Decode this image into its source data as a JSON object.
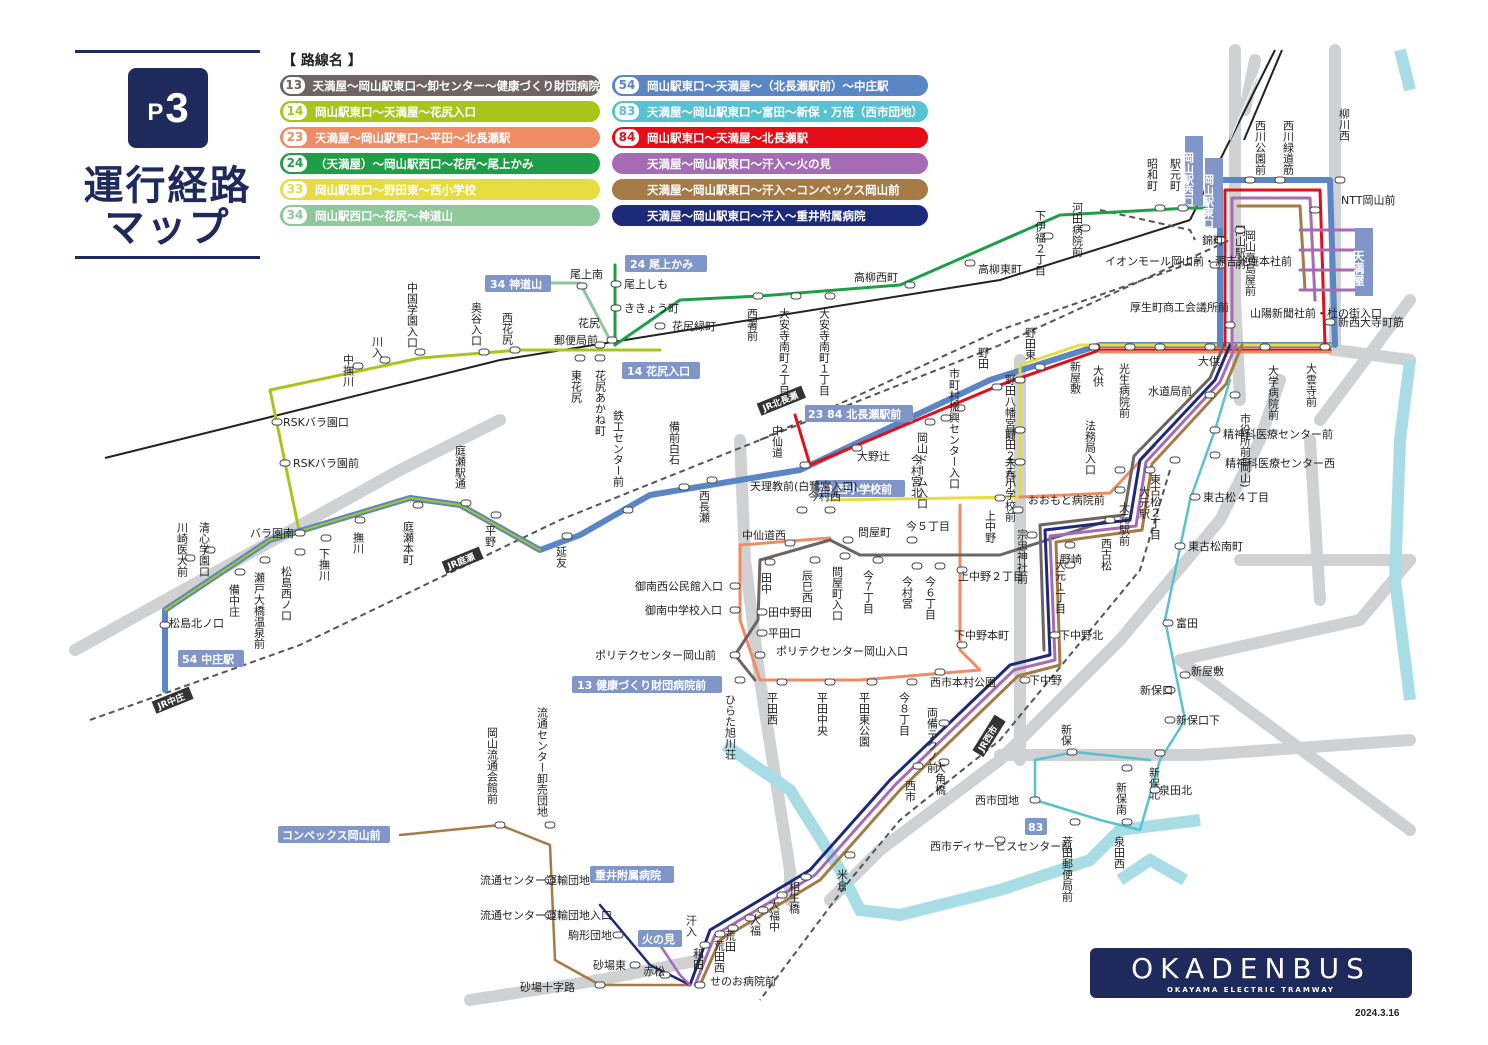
{
  "header": {
    "badge_prefix": "P",
    "badge_num": "3",
    "title_line1": "運行経路",
    "title_line2": "マップ"
  },
  "legend": {
    "heading": "【 路線名 】",
    "routes": [
      {
        "num": "13",
        "name": "天満屋〜岡山駅東口〜卸センター〜健康づくり財団病院",
        "color": "#6e6463"
      },
      {
        "num": "14",
        "name": "岡山駅東口〜天満屋〜花尻入口",
        "color": "#a6c61c"
      },
      {
        "num": "23",
        "name": "天満屋〜岡山駅東口〜平田〜北長瀬駅",
        "color": "#ef8c64"
      },
      {
        "num": "24",
        "name": "（天満屋）〜岡山駅西口〜花尻〜尾上かみ",
        "color": "#1f9e48"
      },
      {
        "num": "33",
        "name": "岡山駅東口〜野田東〜西小学校",
        "color": "#e7dc41"
      },
      {
        "num": "34",
        "name": "岡山駅西口〜花尻〜神道山",
        "color": "#8dc99a"
      },
      {
        "num": "54",
        "name": "岡山駅東口〜天満屋〜（北長瀬駅前）〜中庄駅",
        "color": "#5b86c6"
      },
      {
        "num": "83",
        "name": "天満屋〜岡山駅東口〜富田〜新保・万倍（西市団地）",
        "color": "#57c2d2"
      },
      {
        "num": "84",
        "name": "岡山駅東口〜天満屋〜北長瀬駅",
        "color": "#e60d17"
      },
      {
        "num": "",
        "name": "天満屋〜岡山駅東口〜汗入〜火の見",
        "color": "#a66bb5"
      },
      {
        "num": "",
        "name": "天満屋〜岡山駅東口〜汗入〜コンベックス岡山前",
        "color": "#a67a45"
      },
      {
        "num": "",
        "name": "天満屋〜岡山駅東口〜汗入〜重井附属病院",
        "color": "#1d2a7a"
      }
    ]
  },
  "terminals": {
    "t13": "13 健康づくり財団病院前",
    "t14": "14 花尻入口",
    "t23_84": "23 84 北長瀬駅前",
    "t24": "24 尾上かみ",
    "t33": "33 西小学校前",
    "t34": "34 神道山",
    "t54": "54 中庄駅",
    "t83": "83",
    "convex": "コンベックス岡山前",
    "shigei": "重井附属病院",
    "hinomi": "火の見",
    "nishiguchi": "岡山駅西口",
    "higashiguchi": "岡山駅東口",
    "tenmaya": "天満屋"
  },
  "rail_labels": {
    "kitanagase": "JR北長瀬",
    "niwase": "JR庭瀬",
    "nakasho": "JR中庄",
    "saidai": "JR西市"
  },
  "stops": [
    "尾上南",
    "尾上しも",
    "ききょう町",
    "花尻緑町",
    "郵便局前",
    "花尻",
    "東花尻",
    "花尻あかね町",
    "中撫川",
    "川入",
    "中国学園入口",
    "奥谷入口",
    "西花尻",
    "RSKバラ園口",
    "RSKバラ園前",
    "バラ園南",
    "下撫川",
    "撫川",
    "庭瀬本町",
    "庭瀬駅通",
    "平野",
    "延友",
    "鉄工センター前",
    "備前白石",
    "西長瀬",
    "中仙道",
    "大野辻",
    "岡山ドーム入口",
    "今村宮北",
    "市町村振興センター入口",
    "野田",
    "野田東",
    "新屋敷",
    "大供",
    "光生病院前",
    "厚生町商工会議所前",
    "大供",
    "水道局前",
    "市役所前(岡山)",
    "大学病院前",
    "大雲寺前",
    "西署前",
    "大安寺南町２丁目",
    "大安寺南町１丁目",
    "高柳西町",
    "高柳東町",
    "下伊福２丁目",
    "河田病院前",
    "昭和町",
    "駅元町",
    "錦町",
    "岡山駅前",
    "西川公園前",
    "西川緑道筋",
    "柳川西",
    "NTT岡山前",
    "岡山高島屋前",
    "イオンモール岡山前・源吉兆庵本社前",
    "山陽新聞社前・杜の街入口",
    "新西大寺町筋",
    "精神科医療センター前",
    "精神科医療センター西",
    "東古松２丁目",
    "東古松４丁目",
    "東古松南町",
    "富田",
    "新屋敷",
    "新保口",
    "新保口下",
    "新保北",
    "泉田北",
    "新保",
    "新保南",
    "泉田西",
    "芳田郵便局前",
    "西市団地",
    "西市ディサービスセンター前",
    "野田八幡宮前",
    "野田２丁目",
    "大元小学校前",
    "法務局入口",
    "大元駅",
    "上中野",
    "おおもと病院前",
    "大元駅前",
    "西古松",
    "大元１丁目",
    "宗忠神社前",
    "野崎",
    "下中野北",
    "下中野",
    "上中野２丁目",
    "下中野本町",
    "西市本村公園",
    "今８丁目",
    "両備テクノ前",
    "大角橋",
    "西市",
    "米倉",
    "相生橋",
    "大福中",
    "大福",
    "荒田",
    "荒田西",
    "和田",
    "汗入",
    "せのお病院前",
    "赤松",
    "砂場東",
    "駒形団地",
    "砂場十字路",
    "流通センター運輸団地入口",
    "流通センター運輸団地",
    "岡山流通会館前",
    "流通センター卸売団地",
    "天理教前(白鷺宮入口)",
    "今村西",
    "問屋町",
    "今５丁目",
    "中仙道西",
    "田中",
    "辰巳西",
    "問屋町入口",
    "今７丁目",
    "今村宮",
    "今６丁目",
    "御南西公民館入口",
    "御南中学校入口",
    "田中野田",
    "平田口",
    "ポリテクセンター岡山前",
    "ポリテクセンター岡山入口",
    "ひらた旭川荘",
    "平田西",
    "平田中央",
    "平田東公園",
    "松島北ノ口",
    "川崎医大前",
    "清心学園口",
    "備中庄",
    "瀬戸大橋温泉前",
    "松島西ノ口"
  ],
  "logo": {
    "name": "OKADENBUS",
    "sub": "OKAYAMA ELECTRIC TRAMWAY"
  },
  "date": "2024.3.16"
}
